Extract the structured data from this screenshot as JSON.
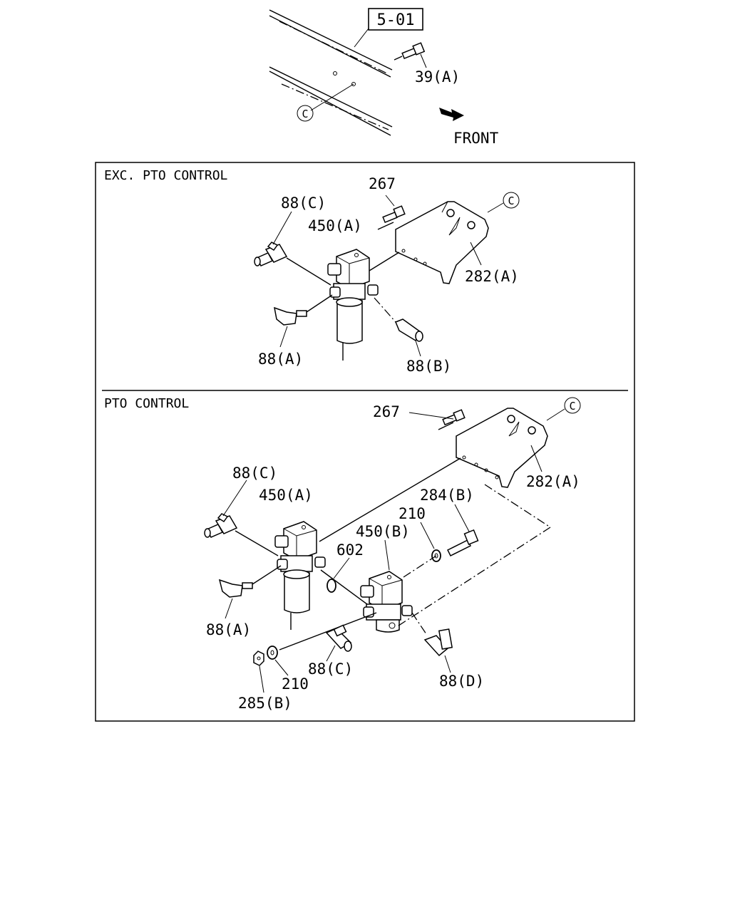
{
  "header": {
    "ref_box": "5-01",
    "front_label": "FRONT",
    "callout_c": "C",
    "part_39a": "39(A)"
  },
  "sections": [
    {
      "title": "EXC. PTO CONTROL",
      "labels": {
        "p267": "267",
        "p88c": "88(C)",
        "p450a": "450(A)",
        "p282a": "282(A)",
        "p88a": "88(A)",
        "p88b": "88(B)",
        "callout_c": "C"
      }
    },
    {
      "title": "PTO CONTROL",
      "labels": {
        "p267": "267",
        "p88c_top": "88(C)",
        "p450a": "450(A)",
        "p282a": "282(A)",
        "p284b": "284(B)",
        "p210_top": "210",
        "p450b": "450(B)",
        "p602": "602",
        "p88a": "88(A)",
        "p88c_bottom": "88(C)",
        "p210_bottom": "210",
        "p285b": "285(B)",
        "p88d": "88(D)",
        "callout_c": "C"
      }
    }
  ]
}
